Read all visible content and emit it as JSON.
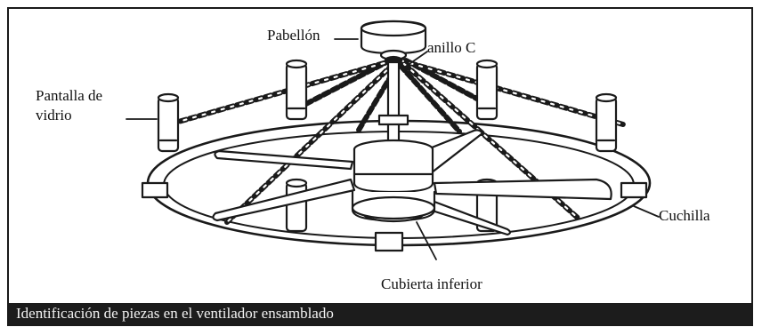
{
  "labels": {
    "pabellon": "Pabellón",
    "anillo_c": "anillo C",
    "pantalla_line1": "Pantalla de",
    "pantalla_line2": "vidrio",
    "cuchilla": "Cuchilla",
    "cubierta_inferior": "Cubierta inferior"
  },
  "caption": "Identificación de piezas en el ventilador ensamblado",
  "colors": {
    "ink": "#1a1a1a",
    "caption_bg": "#1c1c1c",
    "caption_text": "#f2f2f2"
  }
}
